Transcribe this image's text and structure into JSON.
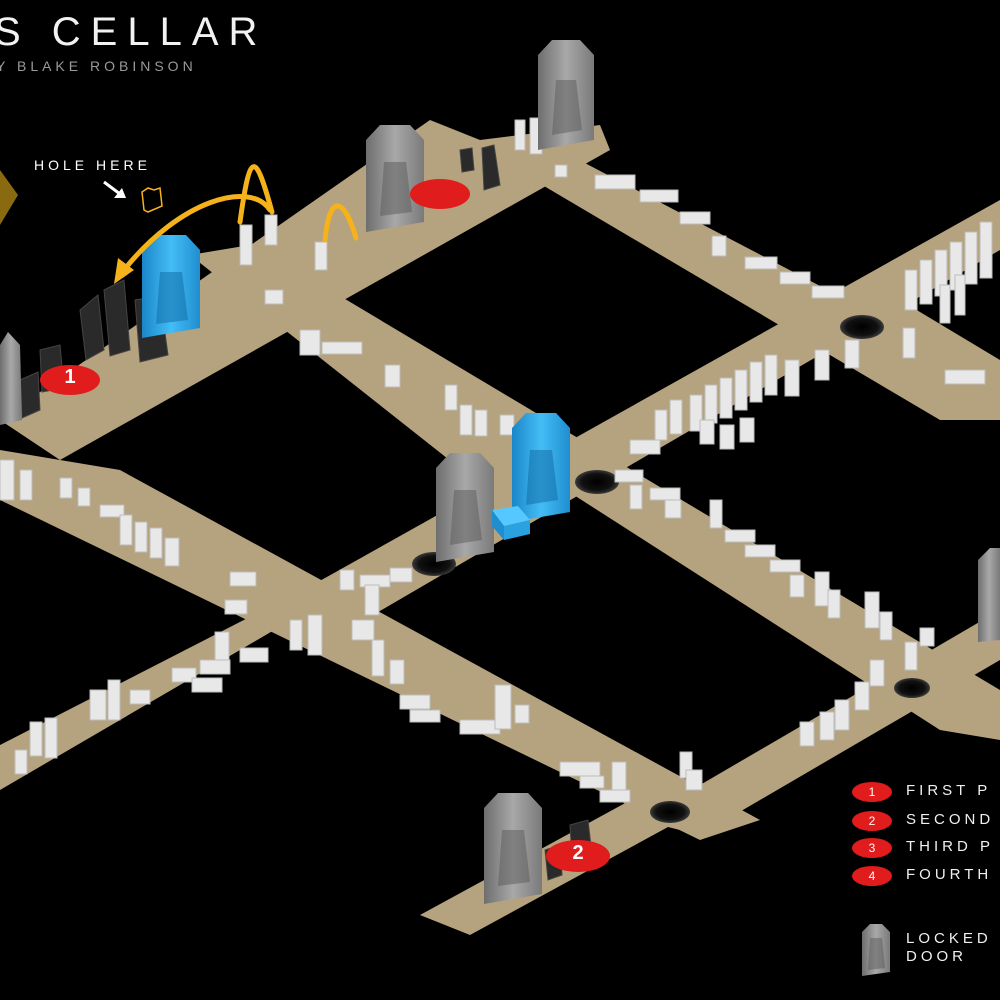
{
  "header": {
    "title": "S CELLAR",
    "subtitle": "Y BLAKE ROBINSON"
  },
  "annotations": {
    "hole_label": "HOLE HERE"
  },
  "map_markers": {
    "marker_1": "1",
    "marker_2": "2"
  },
  "legend": {
    "items": [
      {
        "badge": "1",
        "label": "FIRST P"
      },
      {
        "badge": "2",
        "label": "SECOND"
      },
      {
        "badge": "3",
        "label": "THIRD P"
      },
      {
        "badge": "4",
        "label": "FOURTH"
      }
    ],
    "door_label_line1": "LOCKED",
    "door_label_line2": "DOOR"
  },
  "colors": {
    "background": "#000000",
    "corridor": "#b5a27e",
    "rubble": "#e8e8e8",
    "door_gray": "#8c8c8c",
    "door_blue": "#2fa6e8",
    "marker_red": "#e01c1c",
    "arrow_yellow": "#f5b21b"
  }
}
